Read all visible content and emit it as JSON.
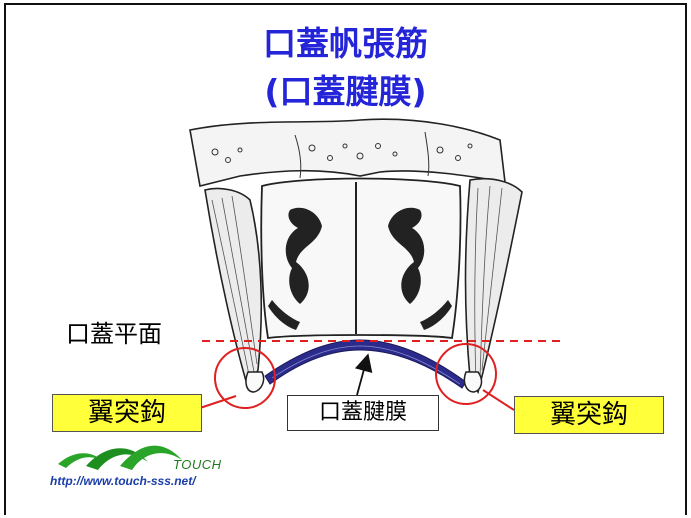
{
  "title": {
    "line1": "口蓋帆張筋",
    "line2": "(口蓋腱膜)"
  },
  "labels": {
    "palatal_plane": "口蓋平面",
    "hamulus_left": "翼突鈎",
    "hamulus_right": "翼突鈎",
    "palatine_aponeurosis": "口蓋腱膜"
  },
  "logo": {
    "brand": "TOUCH",
    "url": "http://www.touch-sss.net/"
  },
  "colors": {
    "title": "#2424d8",
    "highlight_box": "#ffff3a",
    "circle": "#e02020",
    "dashed_line": "#e02020",
    "aponeurosis": "#2b2b8c"
  }
}
